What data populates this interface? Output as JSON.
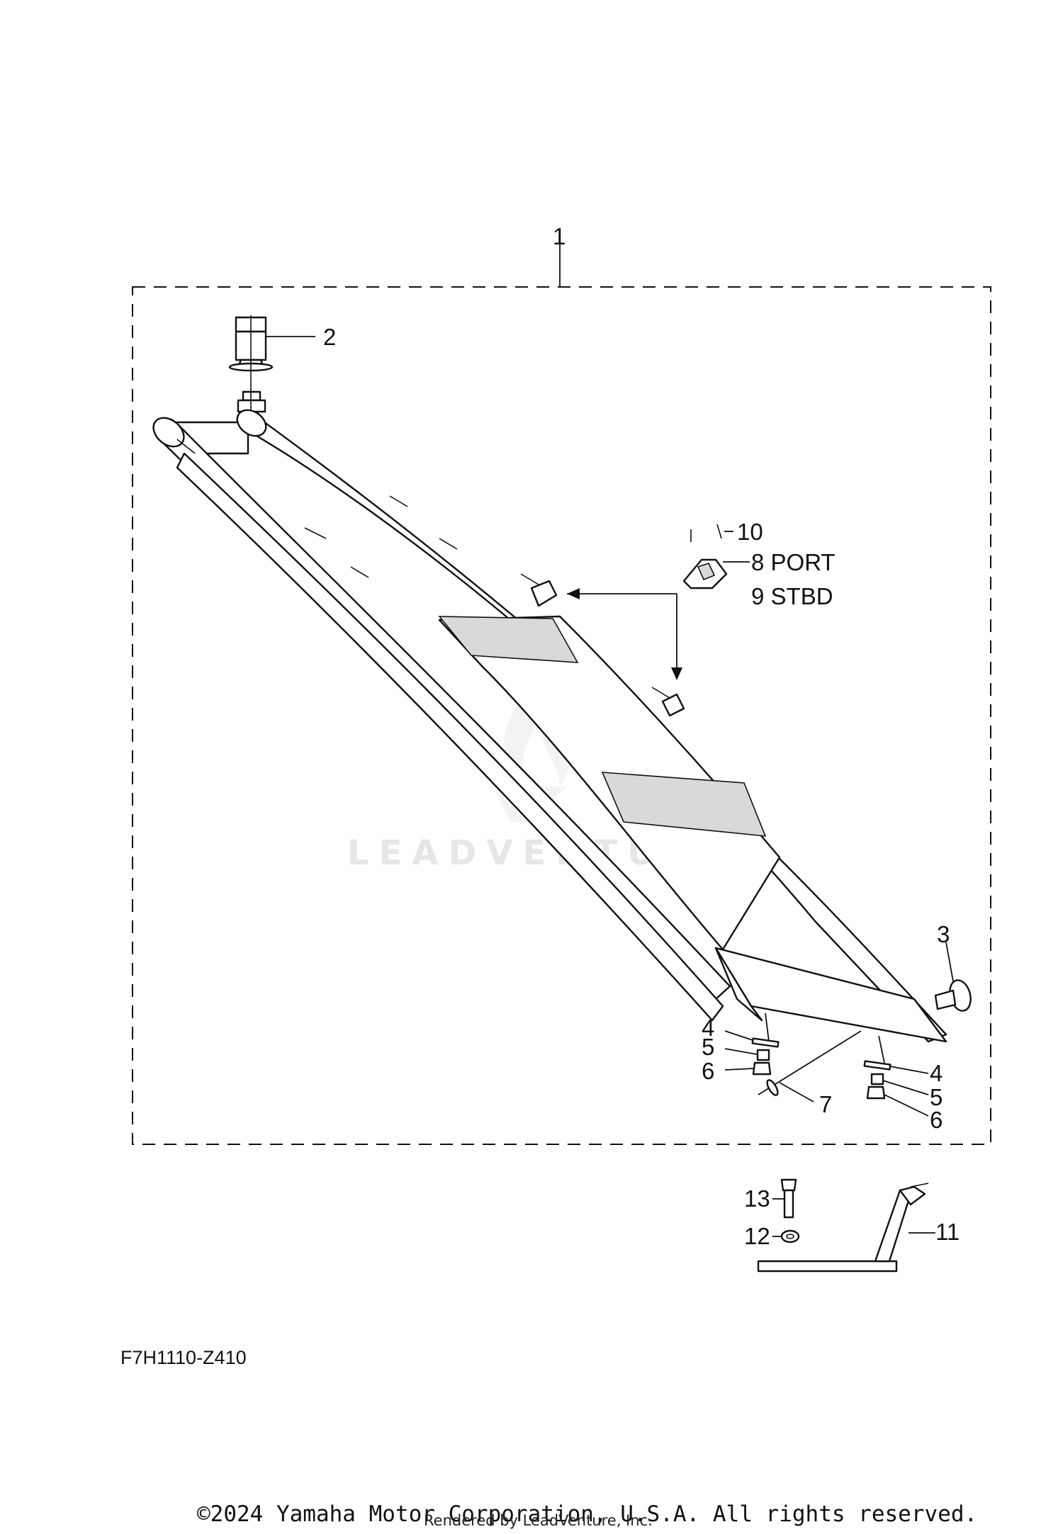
{
  "diagram": {
    "callouts": {
      "c1": "1",
      "c2": "2",
      "c3": "3",
      "c4a": "4",
      "c5a": "5",
      "c6a": "6",
      "c7": "7",
      "c4b": "4",
      "c5b": "5",
      "c6b": "6",
      "c8": "8 PORT",
      "c9": "9 STBD",
      "c10": "10",
      "c11": "11",
      "c12": "12",
      "c13": "13"
    },
    "diagram_code": "F7H1110-Z410",
    "watermark": "LEADVENTURE"
  },
  "footer": {
    "copyright": "©2024 Yamaha Motor Corporation, U.S.A. All rights reserved.",
    "rendered_by": "Rendered by LeadVenture, Inc."
  },
  "icons": {
    "watermark_logo": "leadventure-flame-logo"
  }
}
